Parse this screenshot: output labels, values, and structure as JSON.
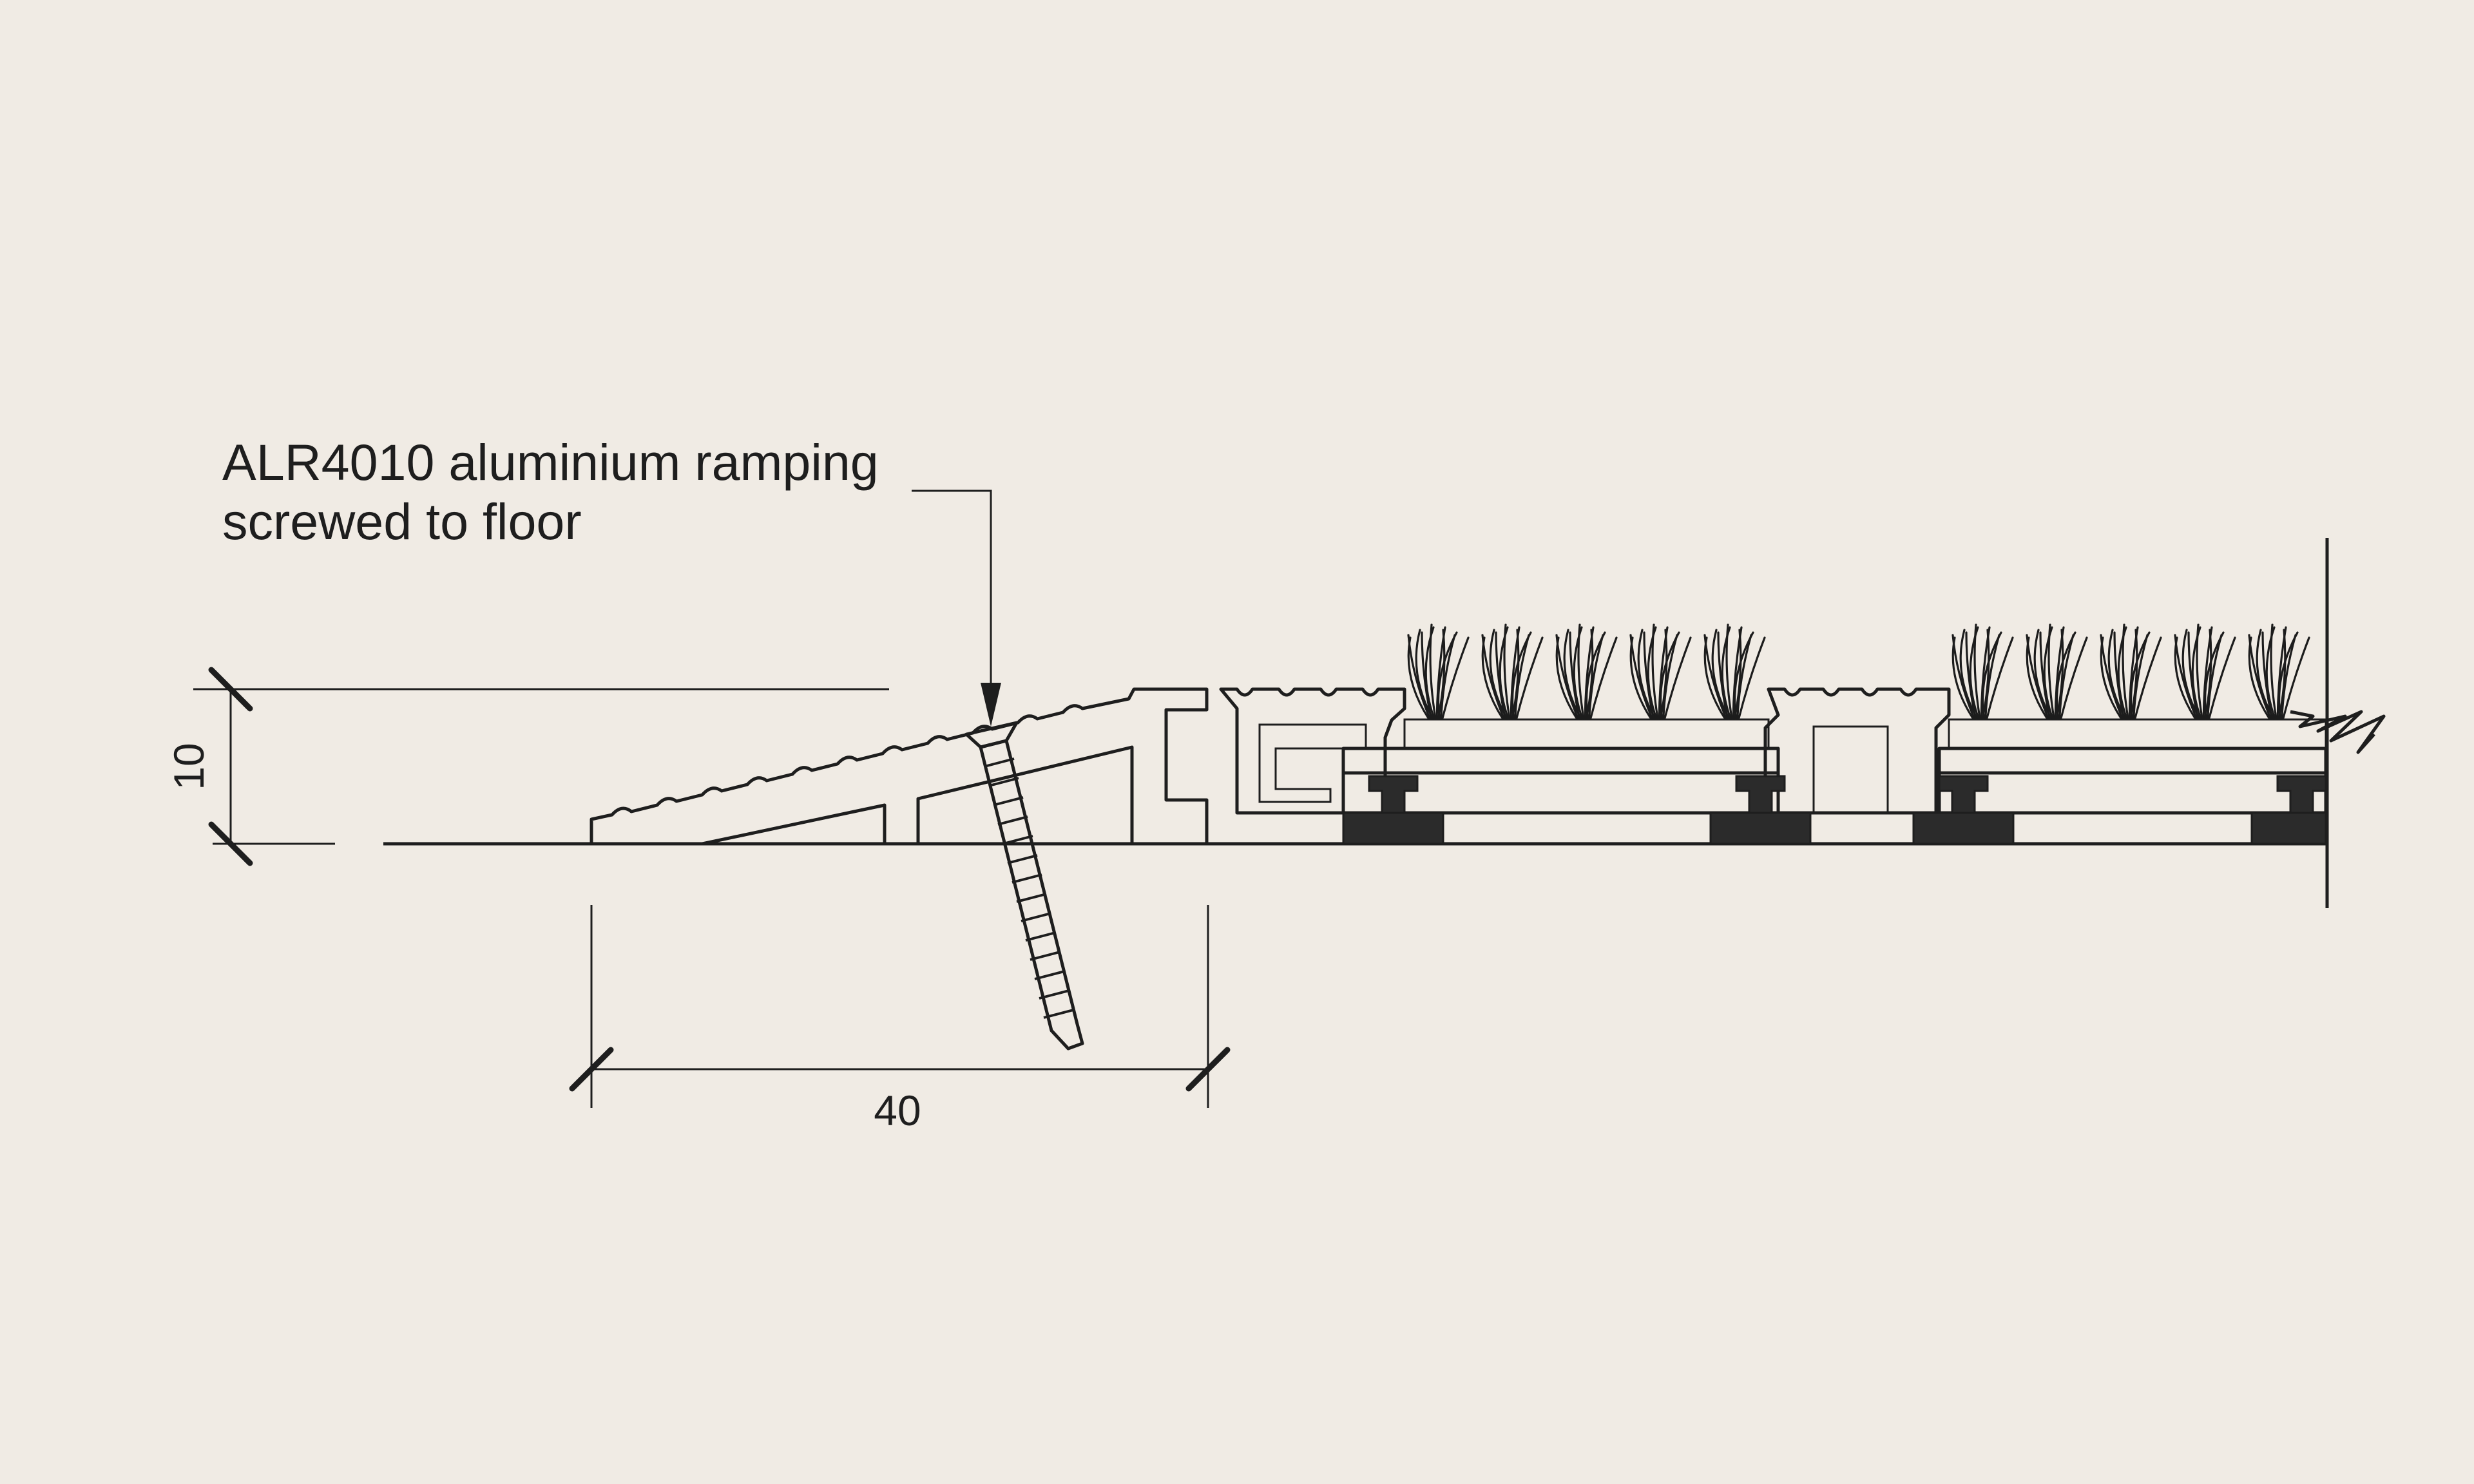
{
  "callout": {
    "line1": "ALR4010 aluminium ramping",
    "line2": "screwed to floor"
  },
  "dimensions": {
    "height": "10",
    "width": "40"
  },
  "colors": {
    "background": "#f0ebe4",
    "line": "#1e1e1e",
    "aluminium_profile": "#c8c6c3",
    "ramp_profile": "#ffffff",
    "rubber_feet": "#2b2b2b"
  }
}
